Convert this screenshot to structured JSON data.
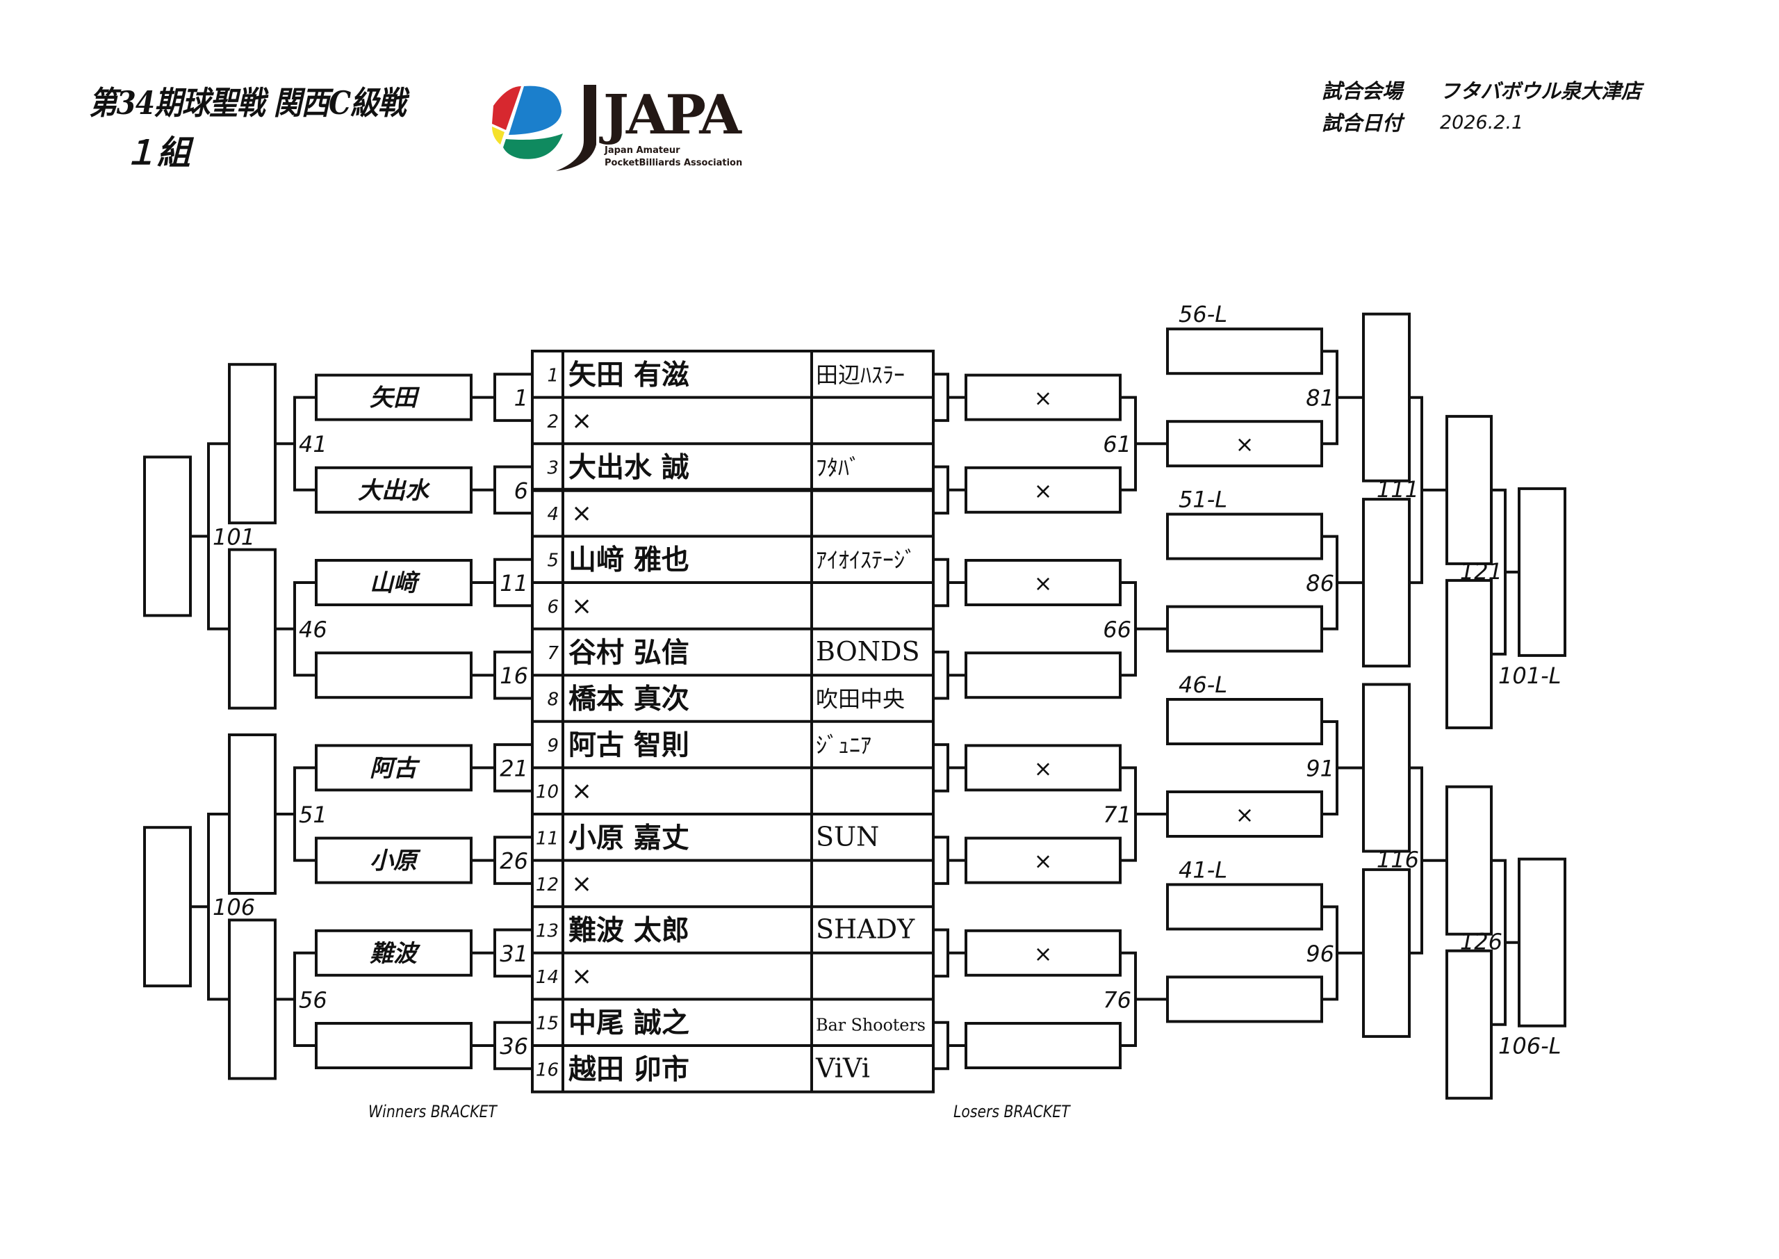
{
  "header": {
    "title": "第34期球聖戦 関西C級戦",
    "group": "１組",
    "venue_label": "試合会場",
    "venue": "フタバボウル泉大津店",
    "date_label": "試合日付",
    "date": "2026.2.1"
  },
  "logo": {
    "wordmark": "JAPA",
    "line1": "Japan Amateur",
    "line2": "PocketBilliards Association",
    "colors": {
      "red": "#d7282f",
      "blue": "#1b7fcc",
      "yellow": "#f5e12a",
      "green": "#0f8a5f",
      "black": "#231815"
    }
  },
  "players": [
    {
      "seed": "1",
      "name": "矢田 有滋",
      "team": "田辺ﾊｽﾗｰ"
    },
    {
      "seed": "2",
      "name": "×",
      "team": ""
    },
    {
      "seed": "3",
      "name": "大出水 誠",
      "team": "ﾌﾀﾊﾞ"
    },
    {
      "seed": "4",
      "name": "×",
      "team": ""
    },
    {
      "seed": "5",
      "name": "山﨑 雅也",
      "team": "ｱｲｵｲｽﾃｰｼﾞ"
    },
    {
      "seed": "6",
      "name": "×",
      "team": ""
    },
    {
      "seed": "7",
      "name": "谷村 弘信",
      "team": "BONDS"
    },
    {
      "seed": "8",
      "name": "橋本 真次",
      "team": "吹田中央"
    },
    {
      "seed": "9",
      "name": "阿古 智則",
      "team": "ｼﾞｭﾆｱ"
    },
    {
      "seed": "10",
      "name": "×",
      "team": ""
    },
    {
      "seed": "11",
      "name": "小原 嘉丈",
      "team": "SUN"
    },
    {
      "seed": "12",
      "name": "×",
      "team": ""
    },
    {
      "seed": "13",
      "name": "難波 太郎",
      "team": "SHADY"
    },
    {
      "seed": "14",
      "name": "×",
      "team": ""
    },
    {
      "seed": "15",
      "name": "中尾 誠之",
      "team": "Bar Shooters"
    },
    {
      "seed": "16",
      "name": "越田 卯市",
      "team": "ViVi"
    }
  ],
  "winners": {
    "label": "Winners BRACKET",
    "r1_match_numbers": [
      "1",
      "6",
      "11",
      "16",
      "21",
      "26",
      "31",
      "36"
    ],
    "r1_winners": [
      "矢田",
      "大出水",
      "山﨑",
      "",
      "阿古",
      "小原",
      "難波",
      ""
    ],
    "r2_match_numbers": [
      "41",
      "46",
      "51",
      "56"
    ],
    "r2_winners": [
      "",
      "",
      "",
      ""
    ],
    "r3_match_numbers": [
      "101",
      "106"
    ],
    "r3_winners": [
      "",
      ""
    ]
  },
  "losers": {
    "label": "Losers BRACKET",
    "r1_entries": [
      "×",
      "×",
      "×",
      "",
      "×",
      "×",
      "×",
      ""
    ],
    "r1_match_numbers": [
      "61",
      "66",
      "71",
      "76"
    ],
    "r2_drop_labels": [
      "56-L",
      "51-L",
      "46-L",
      "41-L"
    ],
    "r2_drop_entries": [
      "",
      "",
      "",
      ""
    ],
    "r2_winner_entries": [
      "×",
      "",
      "×",
      ""
    ],
    "r2_match_numbers": [
      "81",
      "86",
      "91",
      "96"
    ],
    "r3_match_numbers": [
      "111",
      "116"
    ],
    "r4_drop_labels": [
      "101-L",
      "106-L"
    ],
    "r4_match_numbers": [
      "121",
      "126"
    ]
  }
}
